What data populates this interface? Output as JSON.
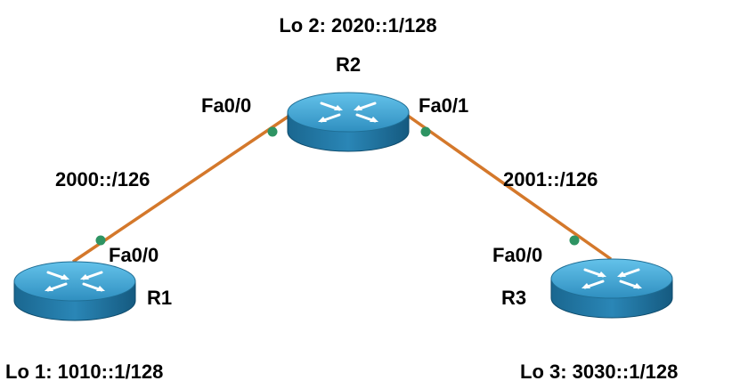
{
  "colors": {
    "link": "#d4782b",
    "port_dot": "#2e9463",
    "router_top": "#3aa0cf",
    "router_side": "#1f6e95",
    "router_shadow": "#0d4a6b",
    "label": "#000000"
  },
  "routers": [
    {
      "id": "r1",
      "name": "R1",
      "loopback": "Lo 1: 1010::1/128",
      "icon": "router-icon"
    },
    {
      "id": "r2",
      "name": "R2",
      "loopback": "Lo 2: 2020::1/128",
      "icon": "router-icon"
    },
    {
      "id": "r3",
      "name": "R3",
      "loopback": "Lo 3: 3030::1/128",
      "icon": "router-icon"
    }
  ],
  "links": [
    {
      "id": "r1-r2",
      "subnet": "2000::/126",
      "a_port": "Fa0/0",
      "b_port": "Fa0/0"
    },
    {
      "id": "r2-r3",
      "subnet": "2001::/126",
      "a_port": "Fa0/1",
      "b_port": "Fa0/0"
    }
  ]
}
